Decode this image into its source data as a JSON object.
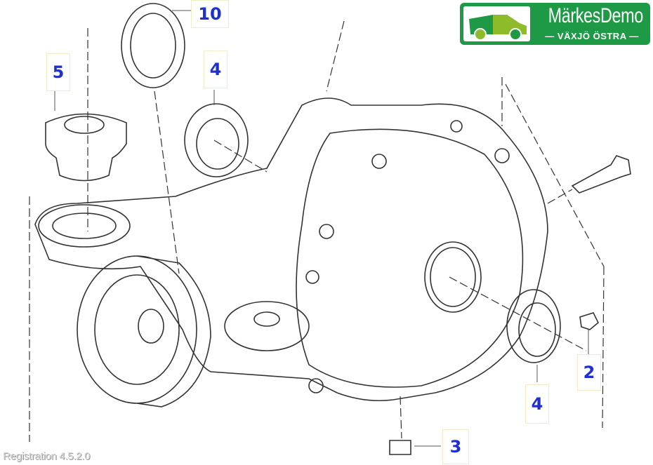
{
  "logo": {
    "name": "MärkesDemo",
    "subtitle": "— VÄXJÖ ÖSTRA —",
    "brand_color": "#1e9a47",
    "accent_color": "#8dbb2a"
  },
  "callouts": [
    {
      "id": "10",
      "label": "10"
    },
    {
      "id": "4a",
      "label": "4"
    },
    {
      "id": "5",
      "label": "5"
    },
    {
      "id": "2",
      "label": "2"
    },
    {
      "id": "4b",
      "label": "4"
    },
    {
      "id": "3",
      "label": "3"
    }
  ],
  "footer": {
    "version": "Registration 4.5.2.0"
  },
  "colors": {
    "callout_text": "#1f2fd0",
    "line_art": "#333333"
  }
}
